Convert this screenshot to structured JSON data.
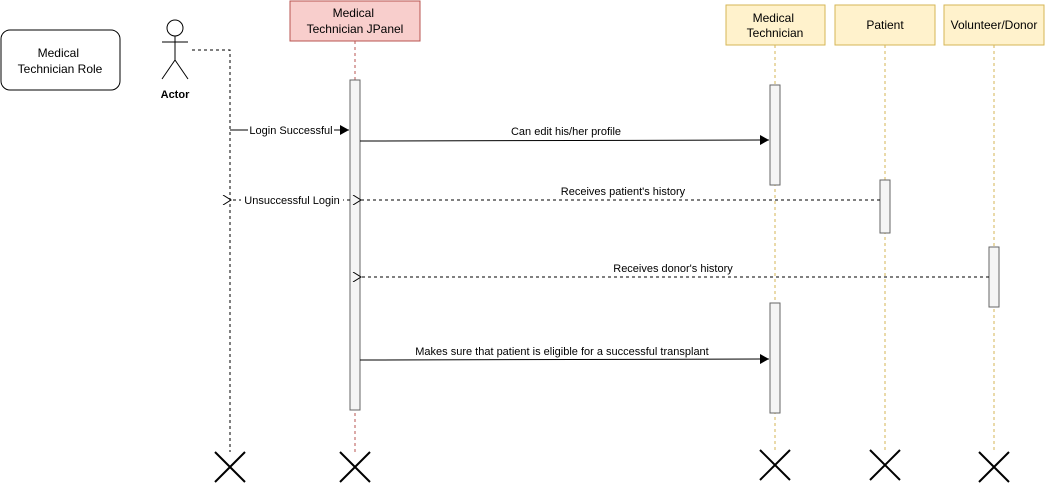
{
  "diagram": {
    "role_note": "Medical Technician Role",
    "actor": "Actor",
    "participants": {
      "jpanel": "Medical Technician JPanel",
      "tech": "Medical Technician",
      "patient": "Patient",
      "donor": "Volunteer/Donor"
    },
    "messages": {
      "login_ok": "Login Successful",
      "login_fail": "Unsuccessful Login",
      "edit_profile": "Can edit his/her profile",
      "patient_history": "Receives patient's history",
      "donor_history": "Receives donor's history",
      "eligibility": "Makes sure that patient is eligible for a successful transplant"
    }
  },
  "colors": {
    "jpanel_fill": "#f8cecc",
    "jpanel_stroke": "#b85450",
    "participant_fill": "#fff2cc",
    "participant_stroke": "#d6b656",
    "activation_fill": "#f5f5f5",
    "activation_stroke": "#666666"
  }
}
